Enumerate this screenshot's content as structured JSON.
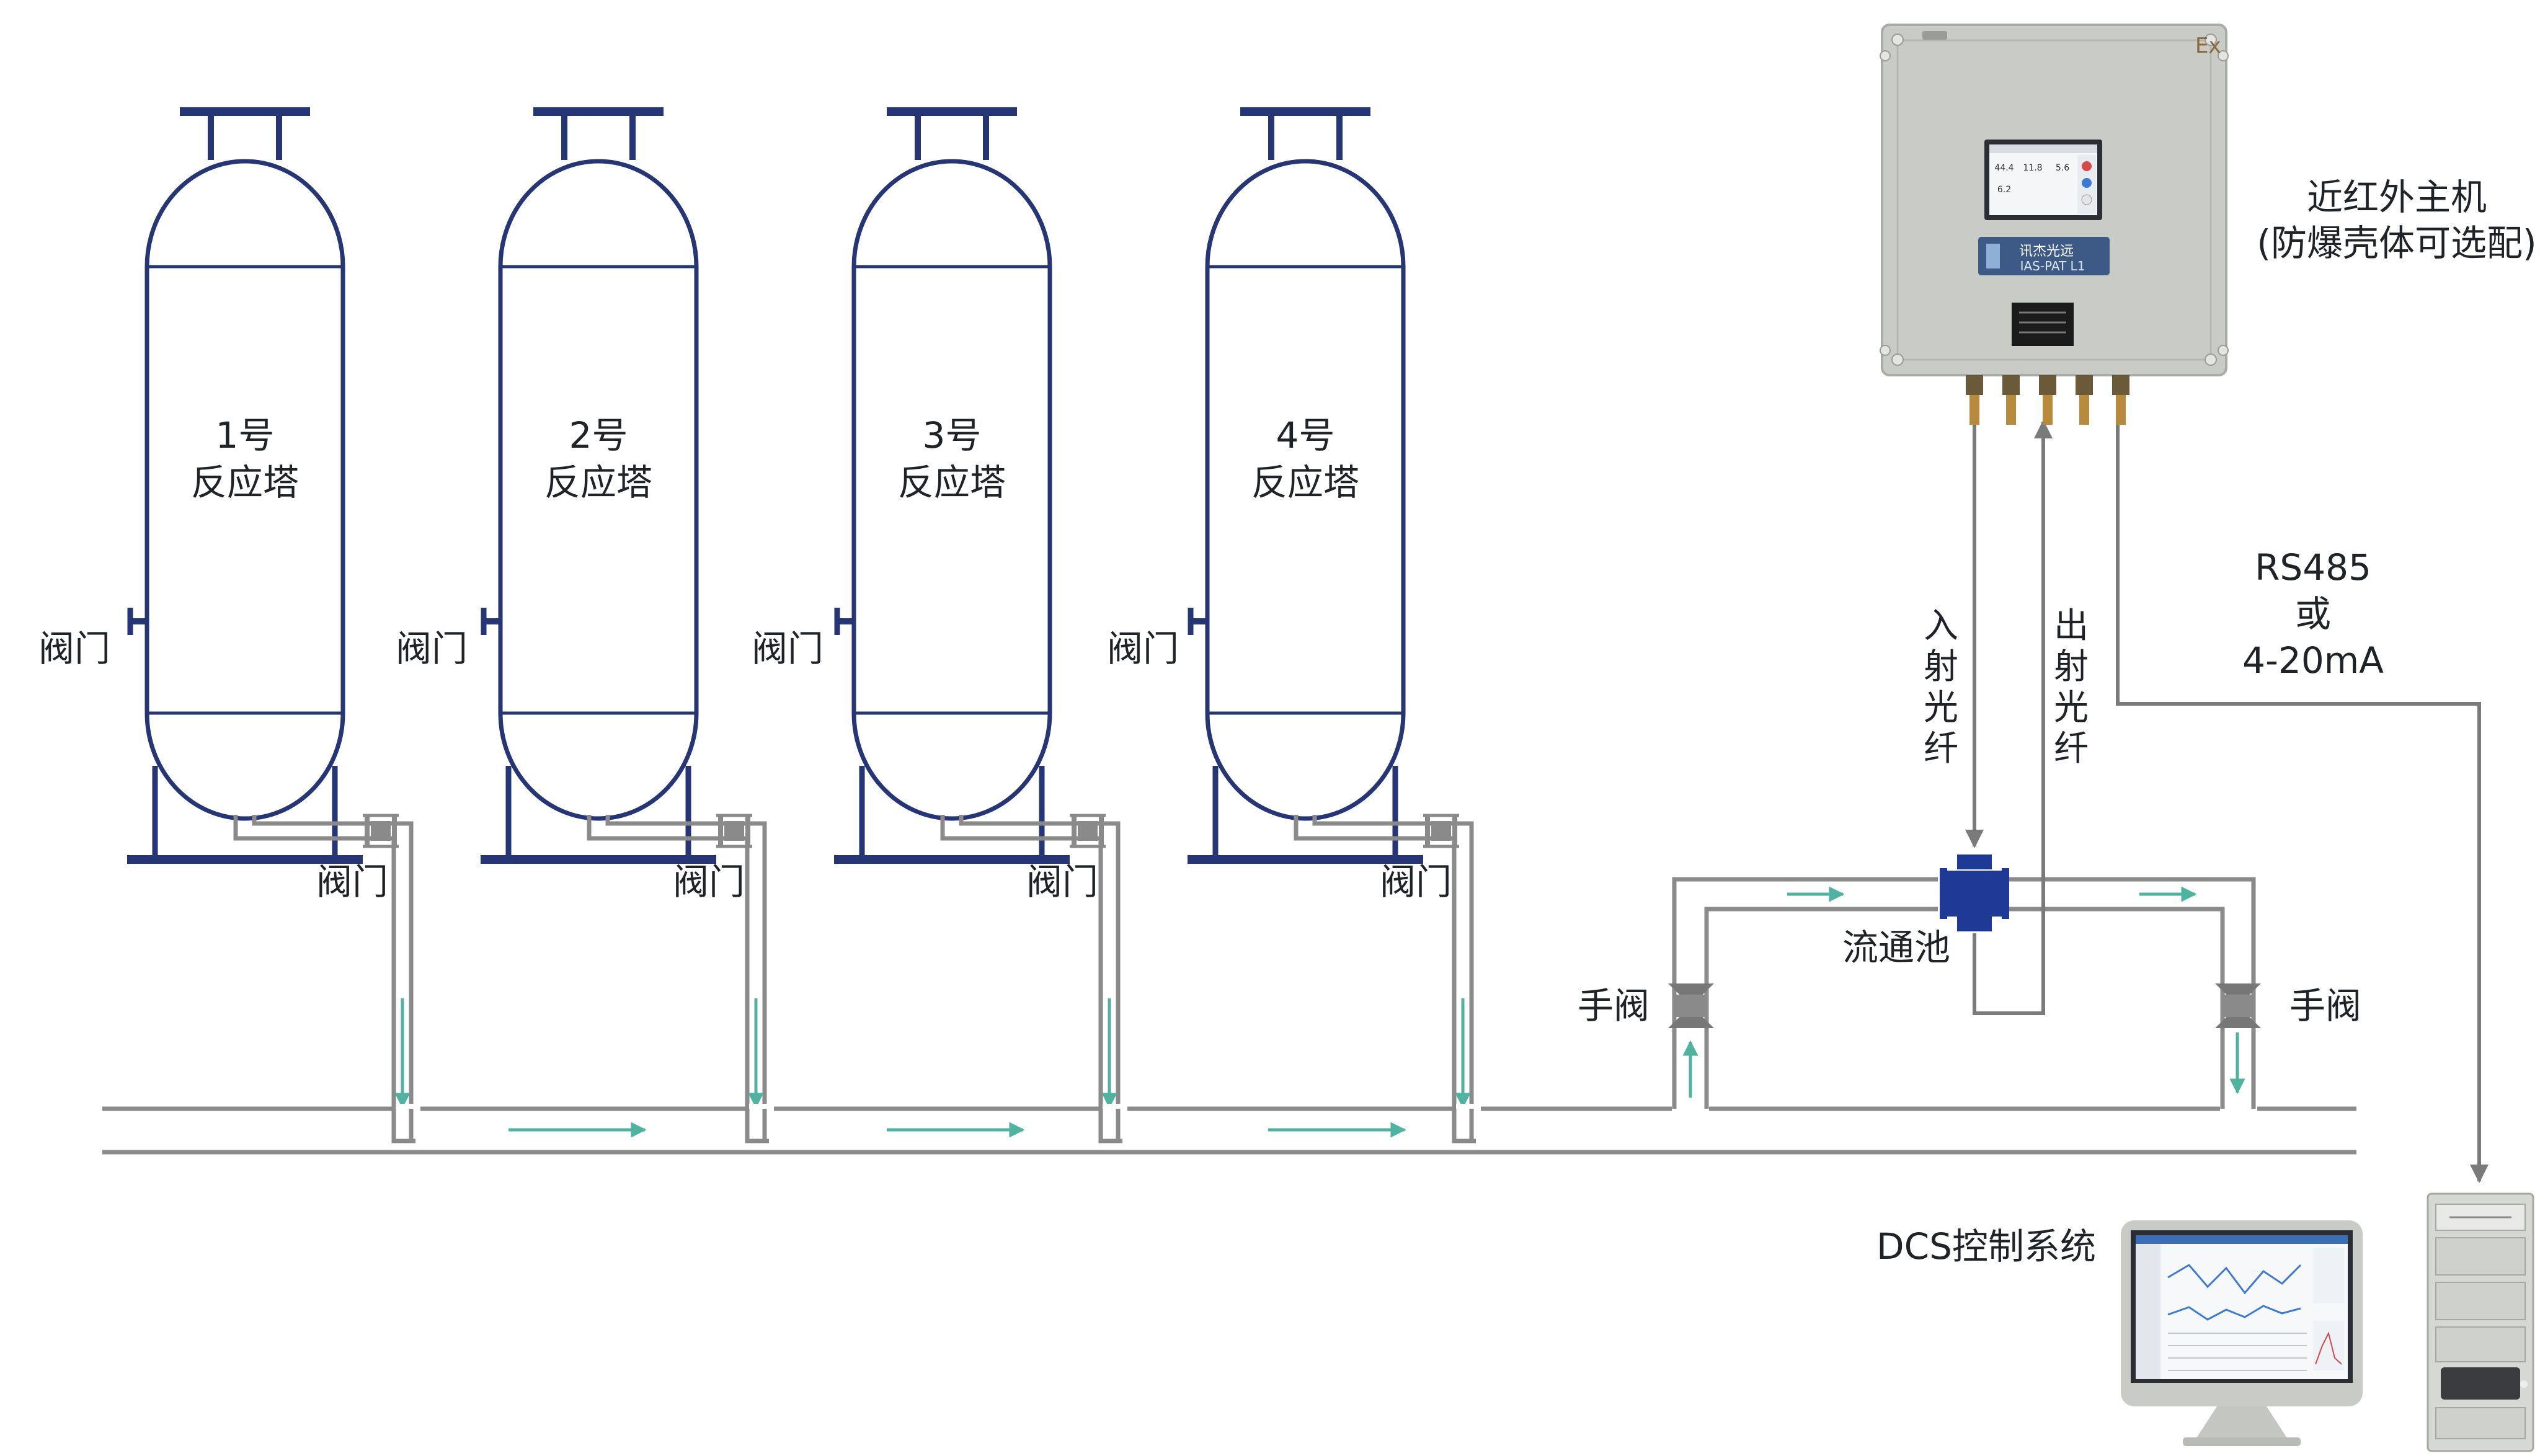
{
  "towers": [
    {
      "number": "1号",
      "name": "反应塔",
      "side_valve": "阀门",
      "bottom_valve": "阀门"
    },
    {
      "number": "2号",
      "name": "反应塔",
      "side_valve": "阀门",
      "bottom_valve": "阀门"
    },
    {
      "number": "3号",
      "name": "反应塔",
      "side_valve": "阀门",
      "bottom_valve": "阀门"
    },
    {
      "number": "4号",
      "name": "反应塔",
      "side_valve": "阀门",
      "bottom_valve": "阀门"
    }
  ],
  "host": {
    "title_line1": "近红外主机",
    "title_line2": "(防爆壳体可选配)",
    "ex_mark": "Ex",
    "brand_cn": "讯杰光远",
    "brand_model": "IAS-PAT L1",
    "screen_values": [
      "44.4",
      "11.8",
      "5.6",
      "6.2"
    ]
  },
  "signal": {
    "line1": "RS485",
    "line2": "或",
    "line3": "4-20mA"
  },
  "fibers": {
    "incident": [
      "入",
      "射",
      "光",
      "纤"
    ],
    "exit": [
      "出",
      "射",
      "光",
      "纤"
    ]
  },
  "flow_cell": "流通池",
  "manual_valve_left": "手阀",
  "manual_valve_right": "手阀",
  "dcs": "DCS控制系统",
  "colors": {
    "tower_navy": "#253575",
    "pipe_gray": "#8a8a8a",
    "flow_arrow": "#4fb3a0",
    "cell_blue": "#1f3a96",
    "host_body": "#c9cbc6"
  }
}
